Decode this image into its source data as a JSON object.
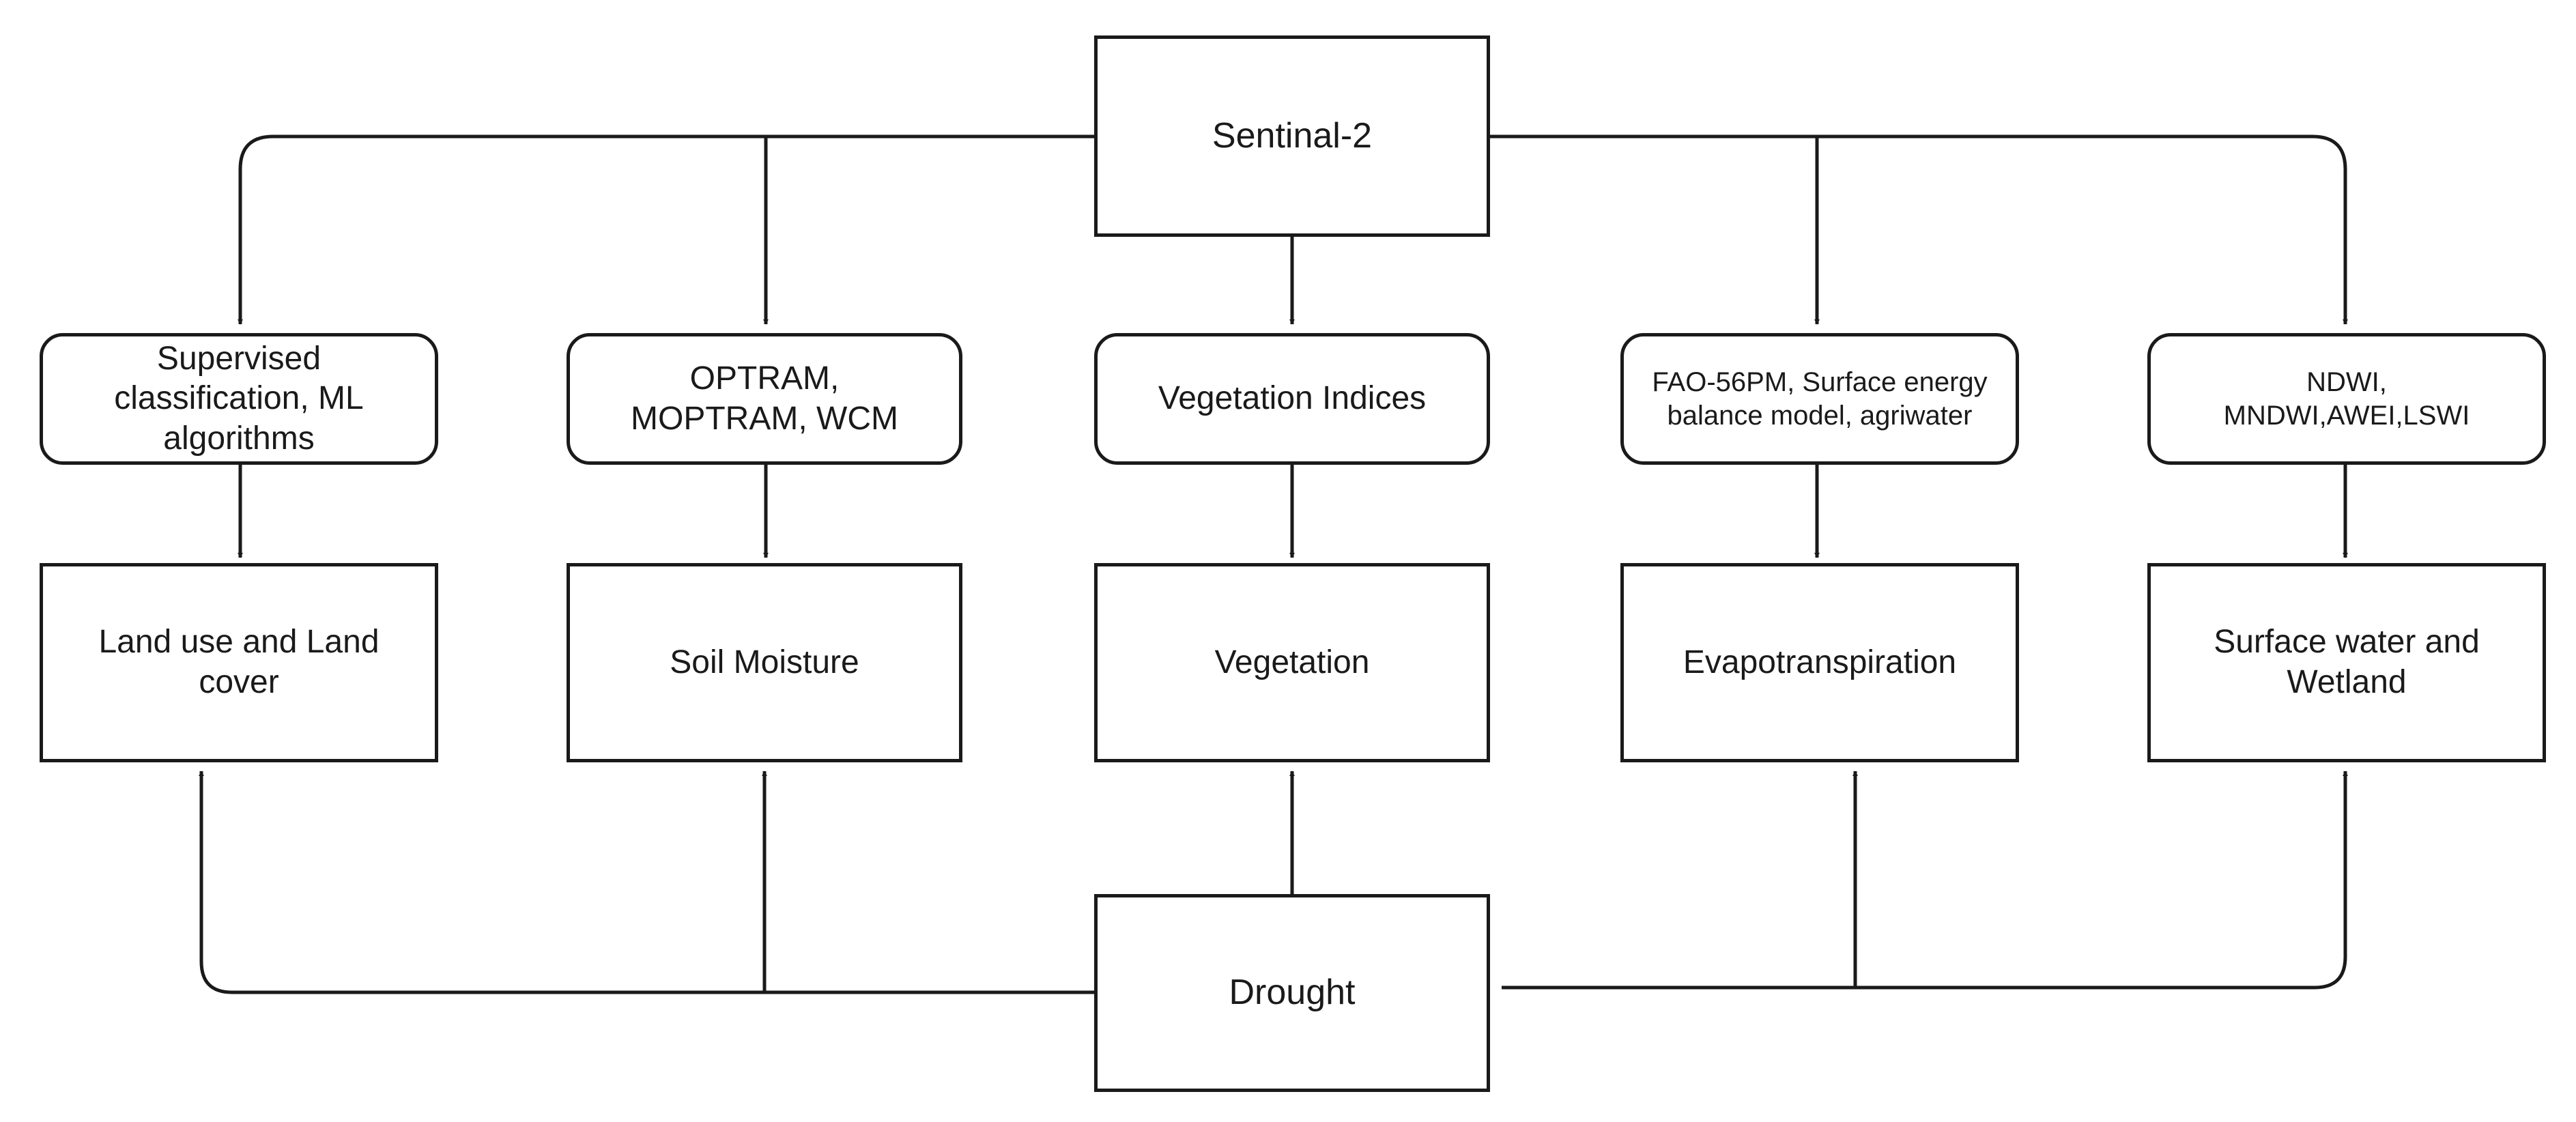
{
  "diagram": {
    "source": {
      "label": "Sentinal-2"
    },
    "hazard": {
      "label": "Drought"
    },
    "methods": [
      {
        "label": "Supervised classification, ML algorithms"
      },
      {
        "label": "OPTRAM, MOPTRAM, WCM"
      },
      {
        "label": "Vegetation Indices"
      },
      {
        "label": "FAO-56PM, Surface energy balance model, agriwater"
      },
      {
        "label": "NDWI, MNDWI,AWEI,LSWI"
      }
    ],
    "outputs": [
      {
        "label": "Land use and Land cover"
      },
      {
        "label": "Soil Moisture"
      },
      {
        "label": "Vegetation"
      },
      {
        "label": "Evapotranspiration"
      },
      {
        "label": "Surface water and Wetland"
      }
    ]
  }
}
